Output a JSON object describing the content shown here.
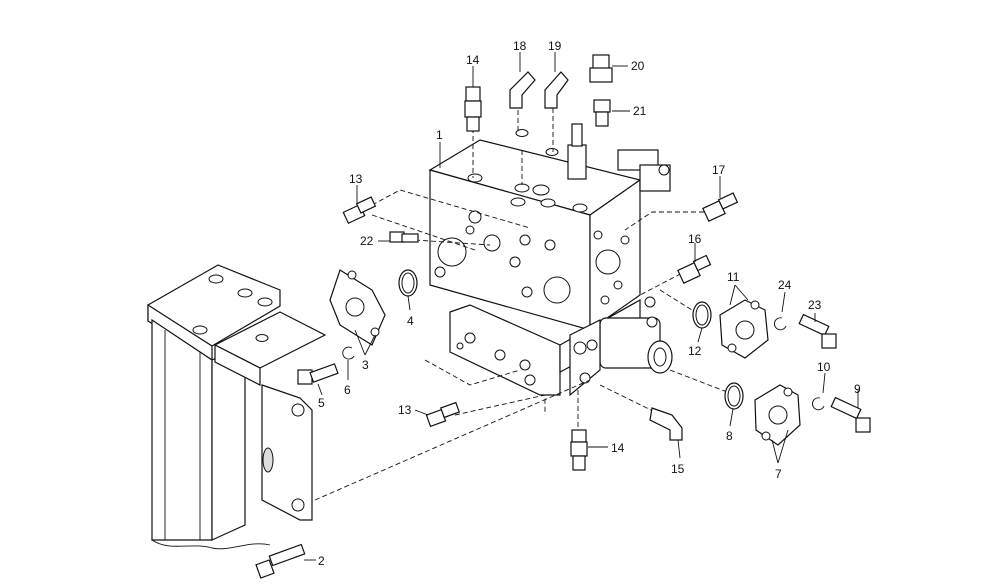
{
  "diagram": {
    "labels": {
      "p1": "1",
      "p2": "2",
      "p3": "3",
      "p4": "4",
      "p5": "5",
      "p6": "6",
      "p7": "7",
      "p8": "8",
      "p9": "9",
      "p10": "10",
      "p11": "11",
      "p12": "12",
      "p13a": "13",
      "p13b": "13",
      "p14a": "14",
      "p14b": "14",
      "p15": "15",
      "p16": "16",
      "p17": "17",
      "p18": "18",
      "p19": "19",
      "p20": "20",
      "p21": "21",
      "p22": "22",
      "p23": "23",
      "p24": "24"
    }
  }
}
